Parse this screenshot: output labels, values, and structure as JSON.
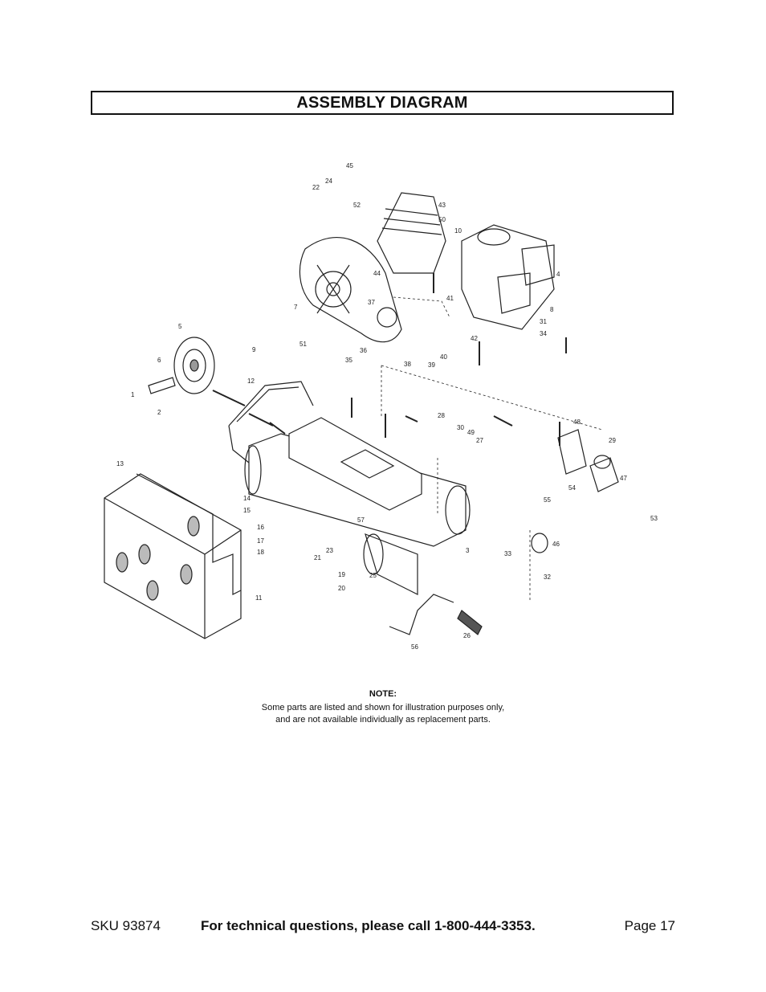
{
  "title": "ASSEMBLY DIAGRAM",
  "note": {
    "heading": "NOTE:",
    "line1": "Some parts are listed and shown for illustration purposes only,",
    "line2": "and are not available individually as replacement parts."
  },
  "footer": {
    "sku": "SKU  93874",
    "tech": "For technical questions, please call 1-800-444-3353.",
    "page": "Page 17"
  },
  "part_numbers": [
    "1",
    "2",
    "3",
    "4",
    "5",
    "6",
    "7",
    "8",
    "9",
    "10",
    "11",
    "12",
    "13",
    "14",
    "15",
    "16",
    "17",
    "18",
    "19",
    "20",
    "21",
    "22",
    "23",
    "24",
    "25",
    "26",
    "27",
    "28",
    "29",
    "30",
    "31",
    "32",
    "33",
    "34",
    "35",
    "36",
    "37",
    "38",
    "39",
    "40",
    "41",
    "42",
    "43",
    "44",
    "45",
    "46",
    "47",
    "48",
    "49",
    "50",
    "51",
    "52",
    "53",
    "54",
    "55",
    "56",
    "57"
  ]
}
